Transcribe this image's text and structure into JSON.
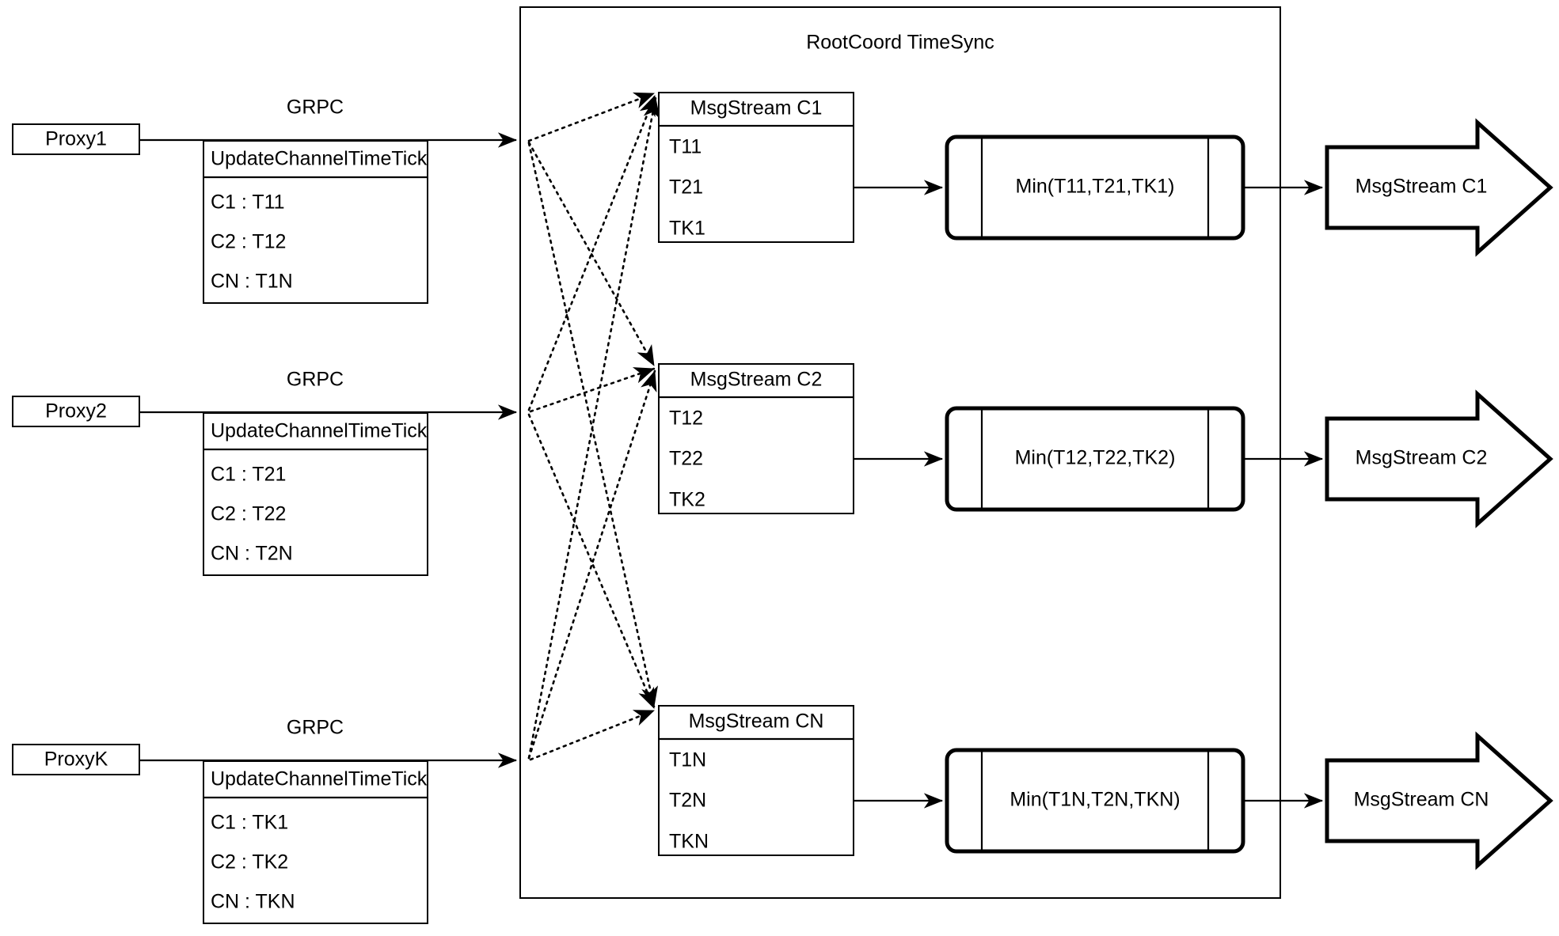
{
  "diagram": {
    "title": "RootCoord TimeSync",
    "frame_label": "rootcoord-timesync-frame",
    "link_label": "GRPC"
  },
  "proxies": [
    {
      "name": "Proxy1",
      "link_label": "GRPC",
      "spec_header": "UpdateChannelTimeTick",
      "rows": [
        "C1 :  T11",
        "C2 :  T12",
        "CN : T1N"
      ]
    },
    {
      "name": "Proxy2",
      "link_label": "GRPC",
      "spec_header": "UpdateChannelTimeTick",
      "rows": [
        "C1 :  T21",
        "C2 :  T22",
        "CN : T2N"
      ]
    },
    {
      "name": "ProxyK",
      "link_label": "GRPC",
      "spec_header": "UpdateChannelTimeTick",
      "rows": [
        "C1 :  TK1",
        "C2 :  TK2",
        "CN : TKN"
      ]
    }
  ],
  "channels": [
    {
      "stream_header": "MsgStream C1",
      "ticks": [
        "T11",
        "T21",
        "TK1"
      ],
      "min_label": "Min(T11,T21,TK1)",
      "output_label": "MsgStream C1"
    },
    {
      "stream_header": "MsgStream C2",
      "ticks": [
        "T12",
        "T22",
        "TK2"
      ],
      "min_label": "Min(T12,T22,TK2)",
      "output_label": "MsgStream C2"
    },
    {
      "stream_header": "MsgStream CN",
      "ticks": [
        "T1N",
        "T2N",
        "TKN"
      ],
      "min_label": "Min(T1N,T2N,TKN)",
      "output_label": "MsgStream CN"
    }
  ],
  "colors": {
    "stroke": "#000000",
    "fill": "#ffffff",
    "background": "#ffffff"
  }
}
